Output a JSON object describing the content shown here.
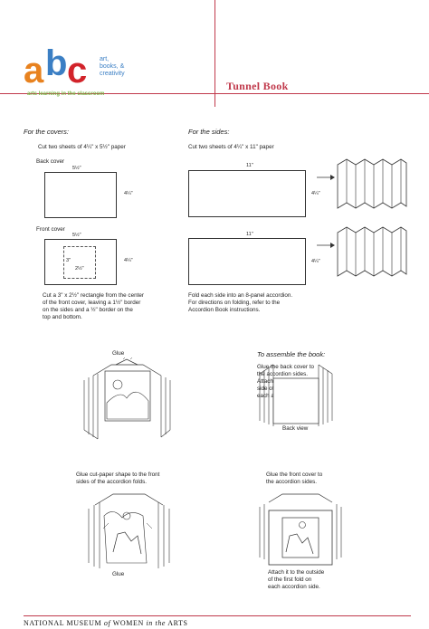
{
  "logo": {
    "a": "a",
    "b": "b",
    "c": "c",
    "line1": "art,",
    "line2": "books, &",
    "line3": "creativity",
    "tagline": "arts learning in the classroom"
  },
  "title": "Tunnel Book",
  "covers": {
    "heading": "For the covers:",
    "instruction": "Cut two sheets of 4¼\" x 5½\" paper",
    "back_label": "Back cover",
    "front_label": "Front cover",
    "width_dim": "5½\"",
    "height_dim": "4¼\"",
    "cut_h": "3\"",
    "cut_w": "2½\"",
    "note1": "Cut a 3\" x 2½\" rectangle from the center",
    "note2": "of the front cover, leaving a 1½\" border",
    "note3": "on the sides and a ½\" border on the",
    "note4": "top and bottom."
  },
  "sides": {
    "heading": "For the sides:",
    "instruction": "Cut two sheets of 4¼\" x 11\" paper",
    "width_dim": "11\"",
    "height_dim": "4¼\"",
    "note1": "Fold each side into an 8-panel accordion.",
    "note2": "For directions on folding, refer to the",
    "note3": "Accordion Book instructions."
  },
  "assemble": {
    "glue_top": "Glue",
    "heading": "To assemble the book:",
    "step1a": "Glue the back cover to",
    "step1b": "the accordion sides.",
    "step1c": "Attach it to the front",
    "step1d": "side of the last fold on",
    "step1e": "each accordion side.",
    "back_view": "Back view",
    "step2a": "Glue cut-paper shape to the front",
    "step2b": "sides of the accordion folds.",
    "glue_bottom": "Glue",
    "step3a": "Glue the front cover to",
    "step3b": "the accordion sides.",
    "step4a": "Attach it to the outside",
    "step4b": "of the first fold on",
    "step4c": "each accordion side."
  },
  "footer": {
    "part1": "NATIONAL MUSEUM ",
    "part2": "of",
    "part3": " WOMEN ",
    "part4": "in the",
    "part5": " ARTS"
  }
}
